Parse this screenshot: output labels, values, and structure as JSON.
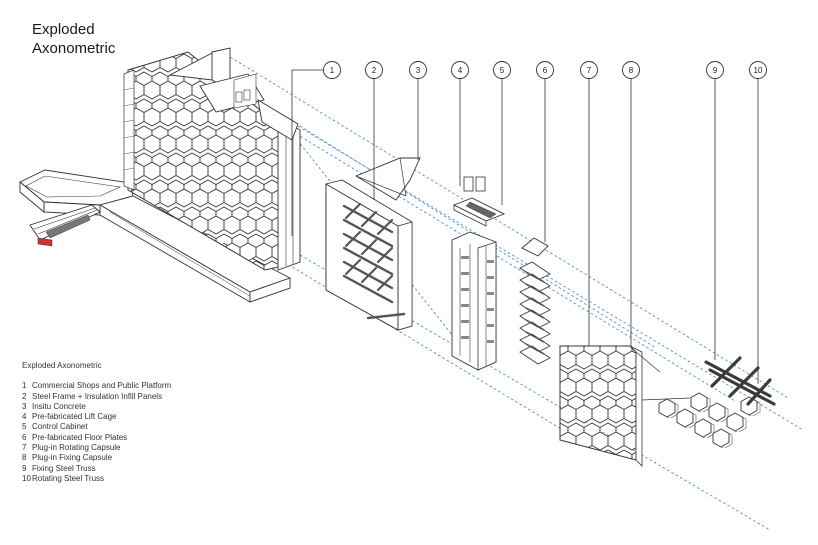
{
  "title": {
    "line1": "Exploded",
    "line2": "Axonometric"
  },
  "legend": {
    "heading": "Exploded Axonometric",
    "items": [
      {
        "num": "1",
        "label": "Commercial Shops and Public Platform"
      },
      {
        "num": "2",
        "label": "Steel Frame + Insulation Infill Panels"
      },
      {
        "num": "3",
        "label": "Insitu Concrete"
      },
      {
        "num": "4",
        "label": "Pre-fabricated Lift Cage"
      },
      {
        "num": "5",
        "label": "Control Cabinet"
      },
      {
        "num": "6",
        "label": "Pre-fabricated Floor Plates"
      },
      {
        "num": "7",
        "label": "Plug-in Rotating Capsule"
      },
      {
        "num": "8",
        "label": "Plug-in Fixing Capsule"
      },
      {
        "num": "9",
        "label": "Fixing Steel Truss"
      },
      {
        "num": "10",
        "label": "Rotating Steel Truss"
      }
    ]
  },
  "callouts": [
    "1",
    "2",
    "3",
    "4",
    "5",
    "6",
    "7",
    "8",
    "9",
    "10"
  ],
  "colors": {
    "line": "#333333",
    "guide": "#4a90d9",
    "shade": "#666666"
  }
}
